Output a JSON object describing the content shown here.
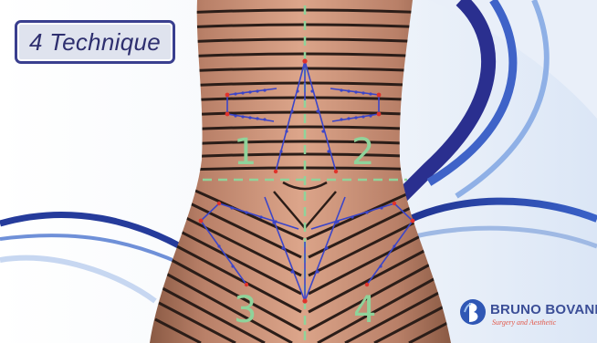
{
  "header": {
    "title": "4 Technique"
  },
  "zones": [
    {
      "label": "1"
    },
    {
      "label": "2"
    },
    {
      "label": "3"
    },
    {
      "label": "4"
    }
  ],
  "logo": {
    "brand": "BRUNO BOVANI",
    "tagline": "Surgery and Aesthetic"
  },
  "colors": {
    "accent_blue": "#2a47a8",
    "guide_green": "#8fd39a",
    "skin": "#c8917a",
    "vector_line": "#3b45c9",
    "vector_point": "#e0322b"
  }
}
